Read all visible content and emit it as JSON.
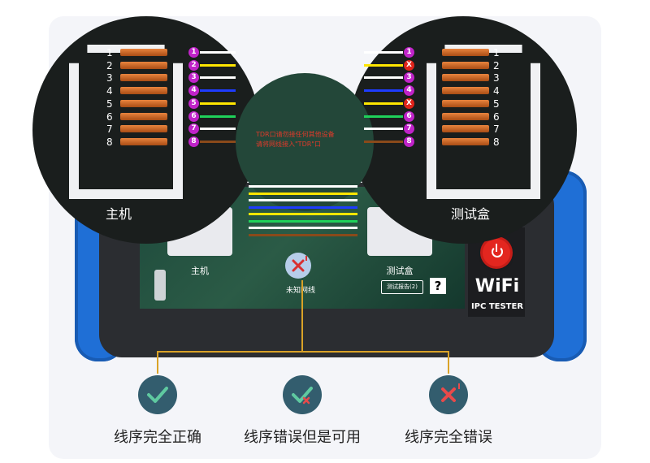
{
  "pins": [
    "1",
    "2",
    "3",
    "4",
    "5",
    "6",
    "7",
    "8"
  ],
  "host_label": "主机",
  "tester_label": "测试盒",
  "host_label_small": "主机",
  "tester_label_small": "测试盒",
  "tester_badges": [
    "1",
    "X",
    "3",
    "4",
    "X",
    "6",
    "7",
    "8"
  ],
  "warning_lines": [
    "TDR口请勿接任何其他设备",
    "请将网线接入\"TDR\"口"
  ],
  "unknown_cable_label": "未知网线",
  "report_button_label": "测试报告(2)",
  "help_button_label": "?",
  "wifi_logo_text": "WiFi",
  "device_model": "IPC TESTER",
  "cable_status": [
    {
      "label": "线序完全正确",
      "icon": "check-icon",
      "color": "#5fc9a0"
    },
    {
      "label": "线序错误但是可用",
      "icon": "check-x-icon",
      "color": "#5fc9a0"
    },
    {
      "label": "线序完全错误",
      "icon": "x-icon",
      "color": "#e84a4a"
    }
  ],
  "wire_colors": [
    "#ffffff",
    "#ffe600",
    "#ffffff",
    "#1e3cff",
    "#ffe600",
    "#1fd15a",
    "#ffffff",
    "#8a4a1a"
  ],
  "badge_color": "#c023c9",
  "error_badge_color": "#e0231a",
  "accent_connector_color": "#d9a227"
}
